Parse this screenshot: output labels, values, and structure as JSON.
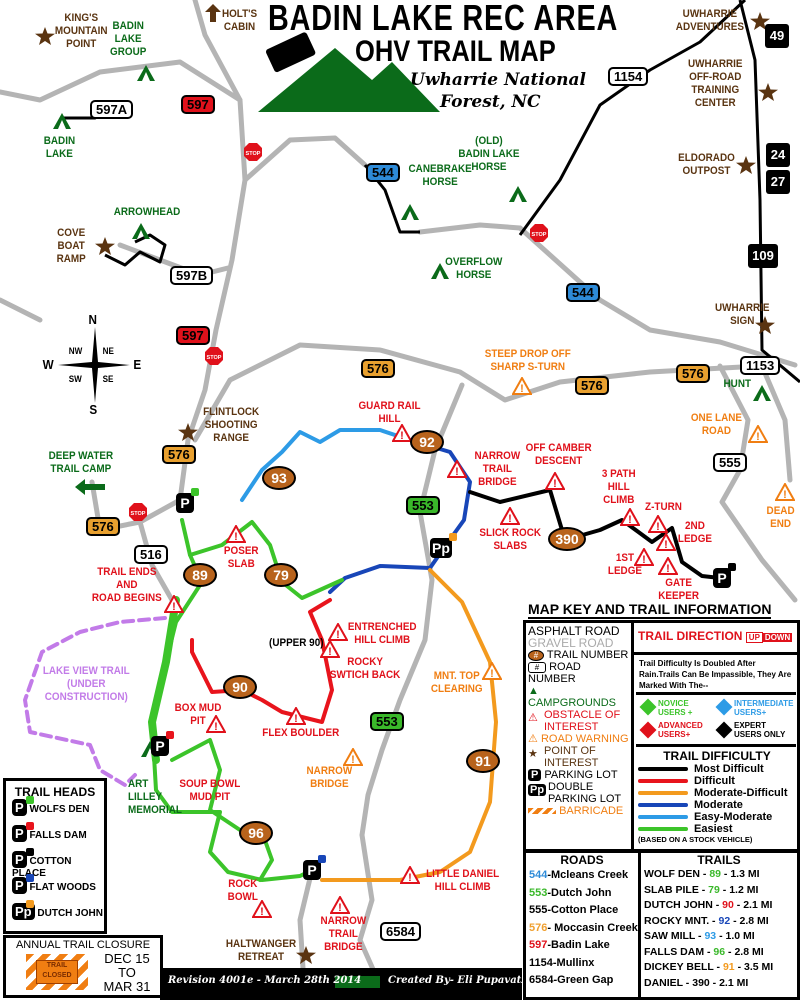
{
  "header": {
    "title": "BADIN LAKE REC AREA",
    "subtitle": "OHV TRAIL MAP",
    "forest_line1": "Uwharrie National",
    "forest_line2": "Forest, NC"
  },
  "map": {
    "points": {
      "kings_mountain": "KING'S\nMOUNTAIN\nPOINT",
      "holts_cabin": "HOLT'S\nCABIN",
      "cove_boat_ramp": "COVE\nBOAT\nRAMP",
      "uwharrie_adventures": "UWHARRIE\nADVENTURES",
      "training_center": "UWHARRIE\nOFF-ROAD\nTRAINING\nCENTER",
      "eldorado": "ELDORADO\nOUTPOST",
      "uwharrie_sign": "UWHARRIE\nSIGN",
      "flintlock": "FLINTLOCK\nSHOOTING\nRANGE",
      "haltwanger": "HALTWANGER\nRETREAT"
    },
    "campgrounds": {
      "badin_lake_group": "BADIN\nLAKE\nGROUP",
      "badin_lake": "BADIN\nLAKE",
      "arrowhead": "ARROWHEAD",
      "old_badin_horse": "(OLD)\nBADIN LAKE\nHORSE",
      "canebrake": "CANEBRAKE\nHORSE",
      "overflow": "OVERFLOW\nHORSE",
      "deep_water": "DEEP WATER\nTRAIL CAMP",
      "hunt": "HUNT",
      "art_lilley": "ART\nLILLEY\nMEMORIAL"
    },
    "obstacles": {
      "guard_rail": "GUARD RAIL\nHILL",
      "narrow_trail_bridge": "NARROW\nTRAIL\nBRIDGE",
      "off_camber": "OFF CAMBER\nDESCENT",
      "three_path": "3 PATH\nHILL\nCLIMB",
      "z_turn": "Z-TURN",
      "second_ledge": "2ND\nLEDGE",
      "first_ledge": "1ST\nLEDGE",
      "gate_keeper": "GATE\nKEEPER",
      "slick_rock": "SLICK ROCK\nSLABS",
      "poser_slab": "POSER\nSLAB",
      "trail_ends": "TRAIL ENDS\nAND\nROAD BEGINS",
      "entrenched": "ENTRENCHED\nHILL CLIMB",
      "rocky_switchback": "ROCKY\nSWTICH BACK",
      "box_mud_pit": "BOX MUD\nPIT",
      "flex_boulder": "FLEX BOULDER",
      "soup_bowl": "SOUP BOWL\nMUD PIT",
      "little_daniel": "LITTLE DANIEL\nHILL CLIMB",
      "rock_bowl": "ROCK\nBOWL",
      "narrow_trail_bridge_s": "NARROW\nTRAIL\nBRIDGE"
    },
    "warnings": {
      "steep_drop": "STEEP DROP OFF\nSHARP S-TURN",
      "one_lane": "ONE LANE\nROAD",
      "dead_end": "DEAD\nEND",
      "mnt_top": "MNT. TOP\nCLEARING",
      "narrow_bridge": "NARROW\nBRIDGE"
    },
    "other": {
      "upper_90": "(UPPER 90)",
      "lake_view": "LAKE VIEW TRAIL\n(UNDER\nCONSTRUCTION)",
      "stop": "STOP"
    },
    "roads": {
      "r597a": "597A",
      "r597": "597",
      "r597b": "597B",
      "r544": "544",
      "r1154": "1154",
      "r576": "576",
      "r516": "516",
      "r553": "553",
      "r555": "555",
      "r1153": "1153",
      "r6584": "6584"
    },
    "highways": {
      "h49": "49",
      "h24": "24",
      "h27": "27",
      "h109": "109"
    },
    "trails": {
      "t89": "89",
      "t79": "79",
      "t93": "93",
      "t92": "92",
      "t90": "90",
      "t390": "390",
      "t91": "91",
      "t96": "96"
    },
    "parking": {
      "p": "P",
      "pp": "Pp"
    },
    "compass": {
      "n": "N",
      "s": "S",
      "e": "E",
      "w": "W",
      "nw": "NW",
      "ne": "NE",
      "sw": "SW",
      "se": "SE"
    }
  },
  "legend": {
    "title": "MAP KEY AND TRAIL INFORMATION",
    "asphalt": "ASPHALT ROAD",
    "gravel": "GRAVEL ROAD",
    "trail_number": "TRAIL NUMBER",
    "road_number": "ROAD NUMBER",
    "hash": "#",
    "campgrounds": "CAMPGROUNDS",
    "obstacle": "OBSTACLE OF\nINTEREST",
    "road_warning": "ROAD WARNING",
    "poi": "POINT OF\nINTEREST",
    "parking": "PARKING LOT",
    "double_parking": "DOUBLE\nPARKING LOT",
    "barricade": "BARRICADE",
    "trail_direction": "TRAIL DIRECTION",
    "up": "UP",
    "down": "DOWN",
    "rain_note": "Trail Difficulty Is Doubled After Rain.Trails Can Be Impassible, They Are Marked With The--",
    "novice": "NOVICE\nUSERS +",
    "intermediate": "INTERMEDIATE\nUSERS+",
    "advanced": "ADVANCED\nUSERS+",
    "expert": "EXPERT\nUSERS ONLY",
    "difficulty_title": "TRAIL DIFFICULTY",
    "difficulty": [
      {
        "label": "Most Difficult",
        "color": "#000000"
      },
      {
        "label": "Difficult",
        "color": "#e8141c"
      },
      {
        "label": "Moderate-Difficult",
        "color": "#f39a1e"
      },
      {
        "label": "Moderate",
        "color": "#1846b8"
      },
      {
        "label": "Easy-Moderate",
        "color": "#2d9be6"
      },
      {
        "label": "Easiest",
        "color": "#3cc42a"
      }
    ],
    "difficulty_note": "(BASED ON A STOCK VEHICLE)",
    "roads_title": "ROADS",
    "roads": [
      {
        "num": "544",
        "name": "-Mcleans Creek",
        "color": "#2e8bd8"
      },
      {
        "num": "553",
        "name": "-Dutch John",
        "color": "#3ab82a"
      },
      {
        "num": "555",
        "name": "-Cotton Place",
        "color": "#000000"
      },
      {
        "num": "576",
        "name": "- Moccasin Creek",
        "color": "#f0a030"
      },
      {
        "num": "597",
        "name": "-Badin Lake",
        "color": "#e0111b"
      },
      {
        "num": "1154",
        "name": "-Mullinx",
        "color": "#000000"
      },
      {
        "num": "6584",
        "name": "-Green Gap",
        "color": "#000000"
      }
    ],
    "trails_title": "TRAILS",
    "trails": [
      {
        "name": "WOLF DEN - ",
        "num": "89",
        "len": " - 1.3 MI",
        "color": "#3ab82a"
      },
      {
        "name": "SLAB PILE - ",
        "num": "79",
        "len": " - 1.2 MI",
        "color": "#3ab82a"
      },
      {
        "name": "DUTCH JOHN - ",
        "num": "90",
        "len": " - 2.1 MI",
        "color": "#e0111b"
      },
      {
        "name": "ROCKY MNT. - ",
        "num": "92",
        "len": " - 2.8 MI",
        "color": "#1846b8"
      },
      {
        "name": "SAW MILL - ",
        "num": "93",
        "len": " - 1.0 MI",
        "color": "#2d9be6"
      },
      {
        "name": "FALLS DAM - ",
        "num": "96",
        "len": " - 2.8 MI",
        "color": "#3ab82a"
      },
      {
        "name": "DICKEY BELL - ",
        "num": "91",
        "len": " - 3.5 MI",
        "color": "#f39a1e"
      },
      {
        "name": "DANIEL - ",
        "num": "390",
        "len": " - 2.1 MI",
        "color": "#000000"
      }
    ]
  },
  "trail_heads": {
    "title": "TRAIL HEADS",
    "items": [
      {
        "label": "WOLFS DEN",
        "color": "#3cc42a",
        "p": "P"
      },
      {
        "label": "FALLS DAM",
        "color": "#e8141c",
        "p": "P"
      },
      {
        "label": "COTTON PLACE",
        "color": "#000000",
        "p": "P"
      },
      {
        "label": "FLAT WOODS",
        "color": "#1846b8",
        "p": "P"
      },
      {
        "label": "DUTCH JOHN",
        "color": "#f39a1e",
        "p": "Pp"
      }
    ]
  },
  "closure": {
    "title": "ANNUAL TRAIL CLOSURE",
    "sign": "TRAIL\nCLOSED",
    "from": "DEC 15",
    "to_word": "TO",
    "to": "MAR 31"
  },
  "footer": {
    "revision": "Revision 4001e - March 28th 2014",
    "created": "Created By- Eli Pupavatz"
  }
}
